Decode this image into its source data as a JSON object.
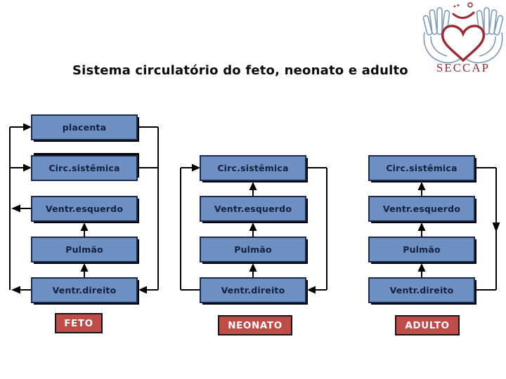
{
  "slide": {
    "title": "Sistema circulatório do feto, neonato e adulto"
  },
  "logo": {
    "name": "SECCAP"
  },
  "colors": {
    "box_fill": "#6d8fc1",
    "box_border": "#1c2a4d",
    "box_text": "#13203f",
    "label_fill": "#bf4c49",
    "label_border": "#161616",
    "label_text": "#ffffff",
    "connector": "#000000",
    "logo_red": "#9c2b36",
    "logo_hand": "#7b98b6",
    "logo_text_red": "#8e2e38"
  },
  "diagram": {
    "columns": [
      {
        "label": "FETO",
        "boxes": [
          "placenta",
          "Circ.sistêmica",
          "Ventr.esquerdo",
          "Pulmão",
          "Ventr.direito"
        ],
        "arrows": [
          {
            "from": "Ventr.direito",
            "to": "Pulmão"
          },
          {
            "from": "Pulmão",
            "to": "Ventr.esquerdo"
          },
          {
            "from": "Ventr.esquerdo",
            "to": "placenta"
          },
          {
            "from": "Ventr.esquerdo",
            "to": "Circ.sistêmica"
          },
          {
            "from": "Ventr.direito",
            "to": "placenta"
          },
          {
            "from": "Ventr.direito",
            "to": "Circ.sistêmica"
          },
          {
            "from": "placenta",
            "to": "Ventr.direito"
          },
          {
            "from": "Circ.sistêmica",
            "to": "Ventr.direito"
          }
        ]
      },
      {
        "label": "NEONATO",
        "boxes": [
          "Circ.sistêmica",
          "Ventr.esquerdo",
          "Pulmão",
          "Ventr.direito"
        ],
        "arrows": [
          {
            "from": "Ventr.direito",
            "to": "Pulmão"
          },
          {
            "from": "Pulmão",
            "to": "Ventr.esquerdo"
          },
          {
            "from": "Ventr.esquerdo",
            "to": "Circ.sistêmica"
          },
          {
            "from": "Ventr.direito",
            "to": "Circ.sistêmica"
          },
          {
            "from": "Circ.sistêmica",
            "to": "Ventr.direito"
          }
        ]
      },
      {
        "label": "ADULTO",
        "boxes": [
          "Circ.sistêmica",
          "Ventr.esquerdo",
          "Pulmão",
          "Ventr.direito"
        ],
        "arrows": [
          {
            "from": "Ventr.direito",
            "to": "Pulmão"
          },
          {
            "from": "Pulmão",
            "to": "Ventr.esquerdo"
          },
          {
            "from": "Ventr.esquerdo",
            "to": "Circ.sistêmica"
          },
          {
            "from": "Circ.sistêmica",
            "to": "Ventr.direito"
          }
        ]
      }
    ]
  }
}
